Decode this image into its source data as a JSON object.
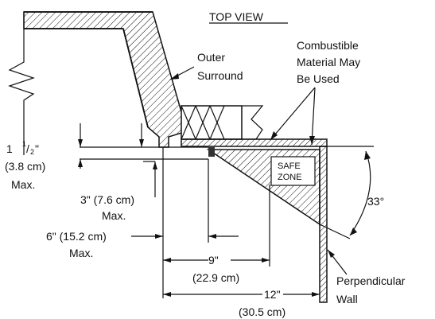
{
  "title": "TOP VIEW",
  "labels": {
    "outer_surround_1": "Outer",
    "outer_surround_2": "Surround",
    "combustible_1": "Combustible",
    "combustible_2": "Material May",
    "combustible_3": "Be Used",
    "safe_zone_1": "SAFE",
    "safe_zone_2": "ZONE",
    "perpendicular_1": "Perpendicular",
    "perpendicular_2": "Wall",
    "angle": "33°"
  },
  "dimensions": {
    "d1_a": "1",
    "d1_b": "1",
    "d1_c": "/",
    "d1_d": "2",
    "d1_e": "\"",
    "d1_metric": "(3.8 cm)",
    "d1_max": "Max.",
    "d2": "3\" (7.6 cm)",
    "d2_max": "Max.",
    "d3": "6\" (15.2 cm)",
    "d3_max": "Max.",
    "d4": "9\"",
    "d4_metric": "(22.9 cm)",
    "d5": "12\"",
    "d5_metric": "(30.5 cm)"
  }
}
